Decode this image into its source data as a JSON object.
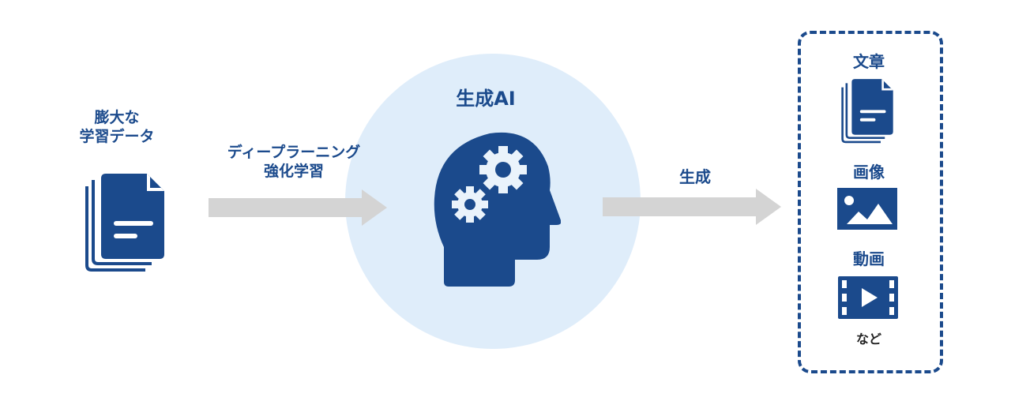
{
  "colors": {
    "primary": "#1b4a8c",
    "circle_bg": "#dfedfa",
    "arrow": "#d4d4d4",
    "text_dark": "#222222"
  },
  "input": {
    "label_line1": "膨大な",
    "label_line2": "学習データ",
    "icon": "documents-icon"
  },
  "process_arrow": {
    "label_line1": "ディープラーニング",
    "label_line2": "強化学習"
  },
  "model": {
    "title": "生成AI",
    "icon": "head-gears-icon"
  },
  "output_arrow": {
    "label": "生成"
  },
  "outputs": {
    "items": [
      {
        "label": "文章",
        "icon": "documents-icon"
      },
      {
        "label": "画像",
        "icon": "image-icon"
      },
      {
        "label": "動画",
        "icon": "video-icon"
      }
    ],
    "footer": "など"
  }
}
